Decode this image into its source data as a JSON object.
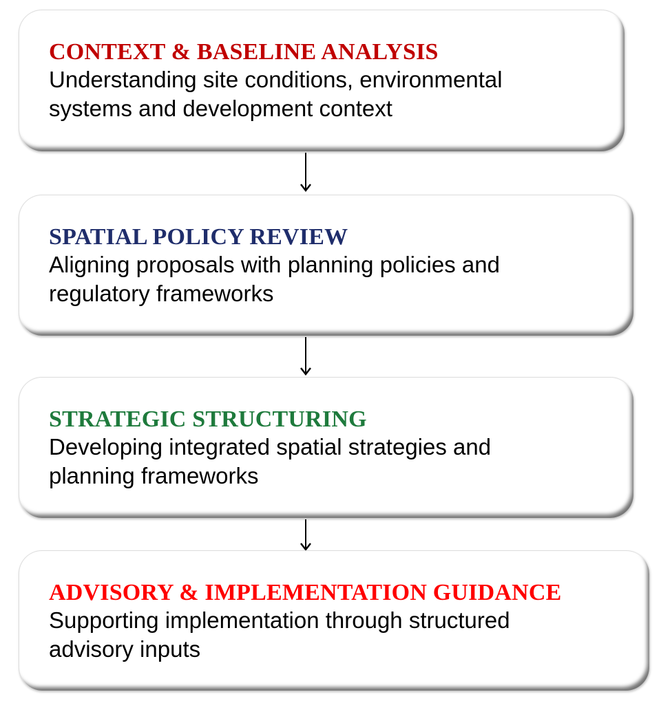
{
  "steps": [
    {
      "title": "CONTEXT & BASELINE ANALYSIS",
      "line1": "Understanding site conditions, environmental",
      "line2": "systems and development context",
      "color": "#c00000"
    },
    {
      "title": "SPATIAL POLICY REVIEW",
      "line1": "Aligning proposals with planning policies and",
      "line2": "regulatory frameworks",
      "color": "#1f2d6b"
    },
    {
      "title": "STRATEGIC STRUCTURING",
      "line1": "Developing integrated spatial strategies and",
      "line2": "planning frameworks",
      "color": "#1e7a3c"
    },
    {
      "title": "ADVISORY & IMPLEMENTATION GUIDANCE",
      "line1": "Supporting implementation through structured",
      "line2": "advisory inputs",
      "color": "#ff0000"
    }
  ]
}
